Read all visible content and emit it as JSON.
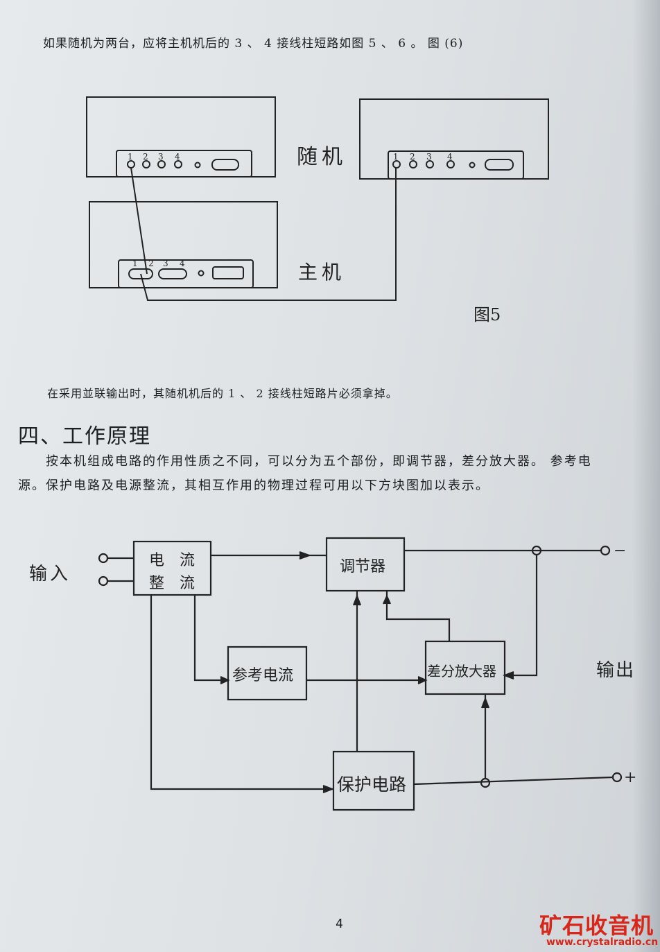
{
  "intro_text": "如果随机为两台，应将主机机后的 3 、 4 接线柱短路如图 5 、 6 。 图 (6)",
  "figure5": {
    "slave_label": "随机",
    "master_label": "主机",
    "caption": "图5",
    "terminal_labels": [
      "1",
      "2",
      "3",
      "4"
    ]
  },
  "parallel_note": "在采用並联输出时，其随机机后的 1 、 2 接线柱短路片必须拿掉。",
  "section_heading": "四、工作原理",
  "paragraph": {
    "line1": "按本机组成电路的作用性质之不同，可以分为五个部份，即调节器，差分放大器。 参考电",
    "line2": "源。保护电路及电源整流，其相互作用的物理过程可用以下方块图加以表示。"
  },
  "block_diagram": {
    "input_label": "输入",
    "output_label": "输出",
    "rectifier_line1": "电　流",
    "rectifier_line2": "整　流",
    "regulator": "调节器",
    "reference": "参考电流",
    "diff_amp": "差分放大器",
    "protection": "保护电路",
    "minus": "−",
    "plus": "+"
  },
  "page_number": "4",
  "watermark": {
    "name": "矿石收音机",
    "url": "www.crystalradio.cn",
    "color": "#d6271a"
  }
}
